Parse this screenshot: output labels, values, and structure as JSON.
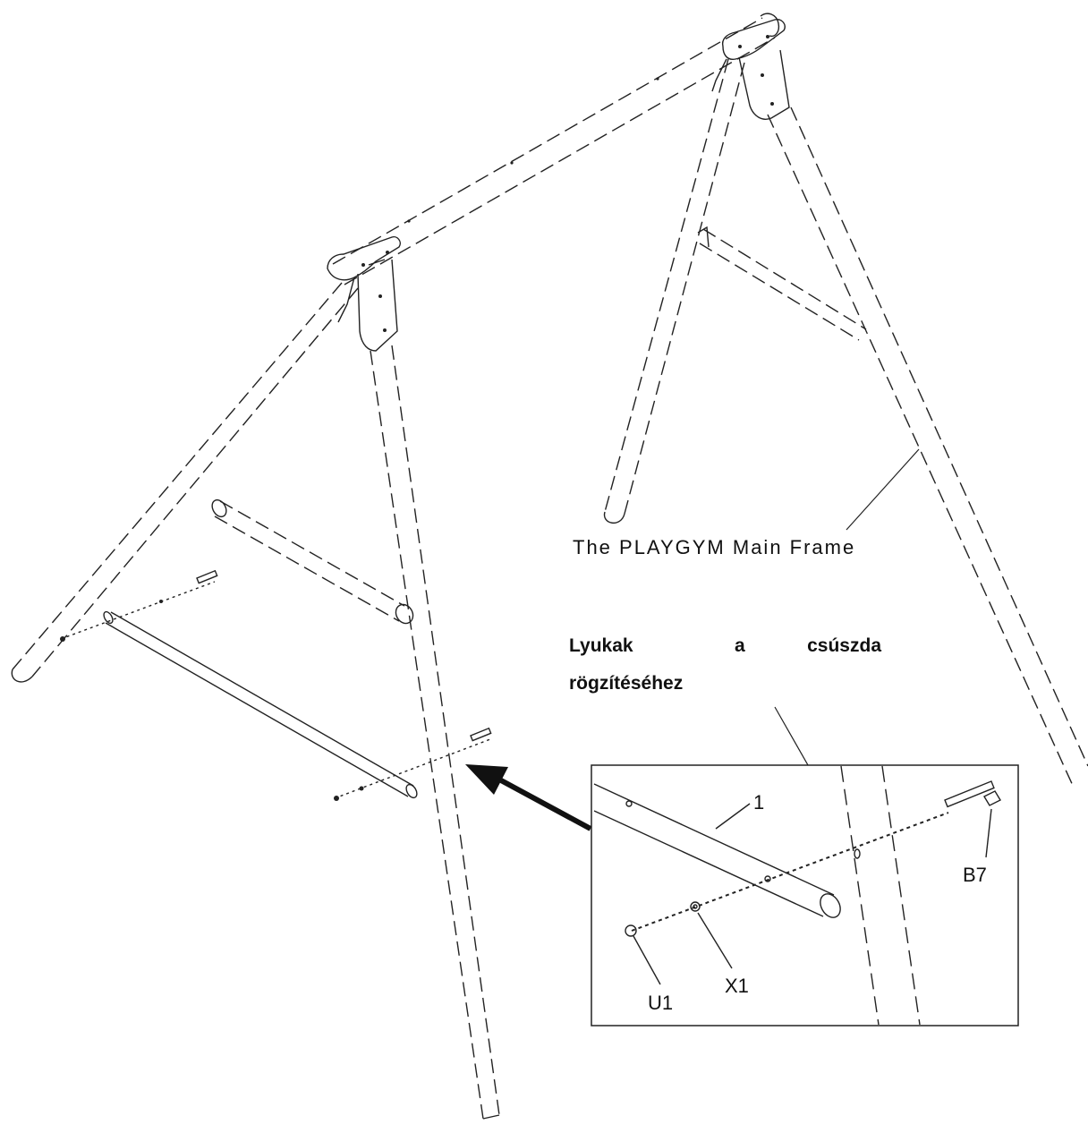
{
  "labels": {
    "main_frame": "The PLAYGYM Main Frame",
    "holes_line1_words": [
      "Lyukak",
      "a",
      "csúszda"
    ],
    "holes_line2": "rögzítéséhez"
  },
  "parts": {
    "beam": "1",
    "bolt": "B7",
    "washer": "X1",
    "nut": "U1"
  }
}
